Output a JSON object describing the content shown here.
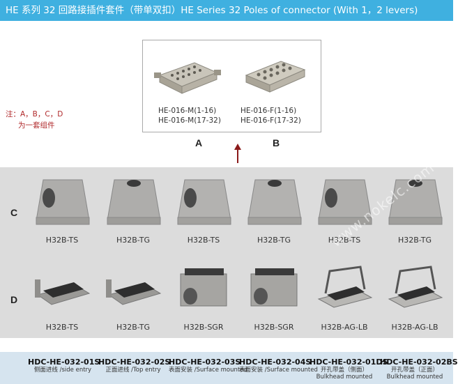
{
  "title": "HE 系列 32 回路接插件套件（带单双扣）HE Series 32 Poles of connector (With 1，2 levers)",
  "note": {
    "line1": "注：A，B，C，D",
    "line2": "为一套组件"
  },
  "parts": {
    "a": {
      "letter": "A",
      "line1": "HE-016-M(1-16)",
      "line2": "HE-016-M(17-32)"
    },
    "b": {
      "letter": "B",
      "line1": "HE-016-F(1-16)",
      "line2": "HE-016-F(17-32)"
    }
  },
  "rows": {
    "c": {
      "letter": "C",
      "labels": [
        "H32B-TS",
        "H32B-TG",
        "H32B-TS",
        "H32B-TG",
        "H32B-TS",
        "H32B-TG"
      ]
    },
    "d": {
      "letter": "D",
      "labels": [
        "H32B-TS",
        "H32B-TG",
        "H32B-SGR",
        "H32B-SGR",
        "H32B-AG-LB",
        "H32B-AG-LB"
      ]
    }
  },
  "watermark": "www.nokelc.com",
  "models": [
    {
      "code": "HDC-HE-032-01S",
      "desc1": "侧面进线 /side entry",
      "desc2": ""
    },
    {
      "code": "HDC-HE-032-02S",
      "desc1": "正面进线 /Top entry",
      "desc2": ""
    },
    {
      "code": "HDC-HE-032-03S",
      "desc1": "表面安装 /Surface mounted",
      "desc2": ""
    },
    {
      "code": "HDC-HE-032-04S",
      "desc1": "表面安装 /Surface mounted",
      "desc2": ""
    },
    {
      "code": "HDC-HE-032-01DS",
      "desc1": "开孔带盖（侧面）",
      "desc2": "Bulkhead mounted"
    },
    {
      "code": "HDC-HE-032-02BS",
      "desc1": "开孔带盖（正面）",
      "desc2": "Bulkhead mounted"
    }
  ]
}
